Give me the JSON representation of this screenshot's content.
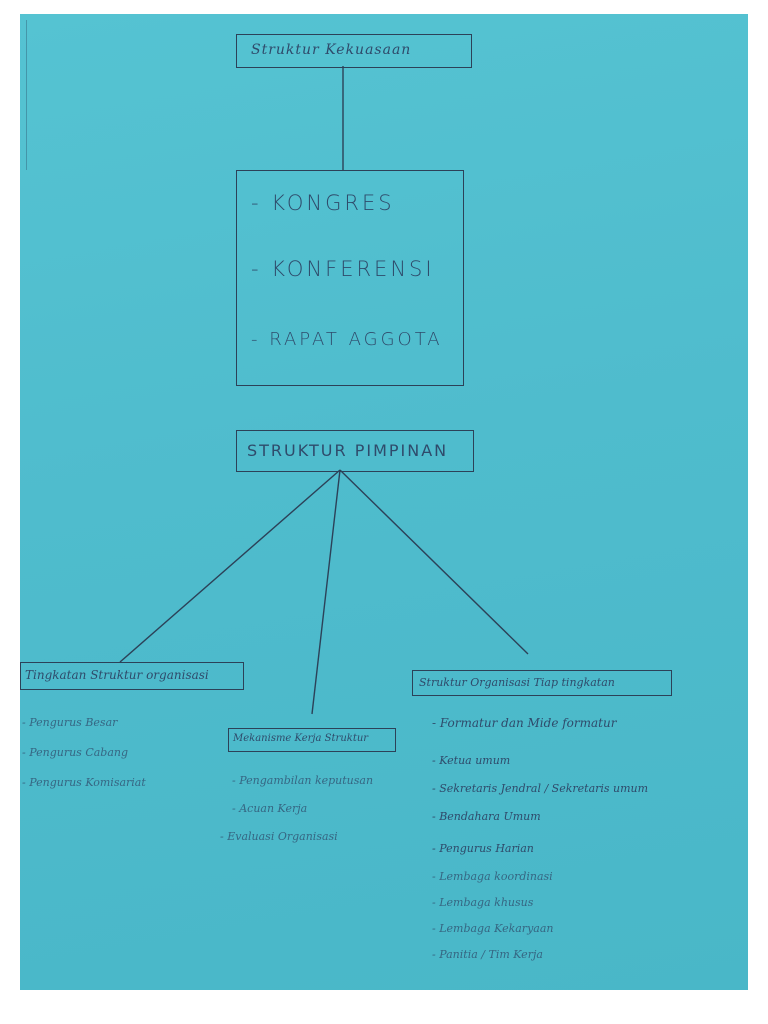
{
  "top": {
    "title": "Struktur Kekuasaan"
  },
  "power": {
    "items": [
      "- KONGRES",
      "- KONFERENSI",
      "- RAPAT AGGOTA"
    ]
  },
  "leadership": {
    "title": "STRUKTUR PIMPINAN"
  },
  "left": {
    "title": "Tingkatan Struktur organisasi",
    "items": [
      "- Pengurus Besar",
      "- Pengurus Cabang",
      "- Pengurus Komisariat"
    ]
  },
  "middle": {
    "title": "Mekanisme Kerja Struktur",
    "items": [
      "- Pengambilan keputusan",
      "- Acuan Kerja",
      "- Evaluasi Organisasi"
    ]
  },
  "right": {
    "title": "Struktur Organisasi Tiap tingkatan",
    "items": [
      "- Formatur dan Mide formatur",
      "- Ketua umum",
      "- Sekretaris Jendral / Sekretaris umum",
      "- Bendahara Umum",
      "- Pengurus Harian",
      "- Lembaga koordinasi",
      "- Lembaga khusus",
      "- Lembaga Kekaryaan",
      "- Panitia / Tim Kerja"
    ]
  }
}
